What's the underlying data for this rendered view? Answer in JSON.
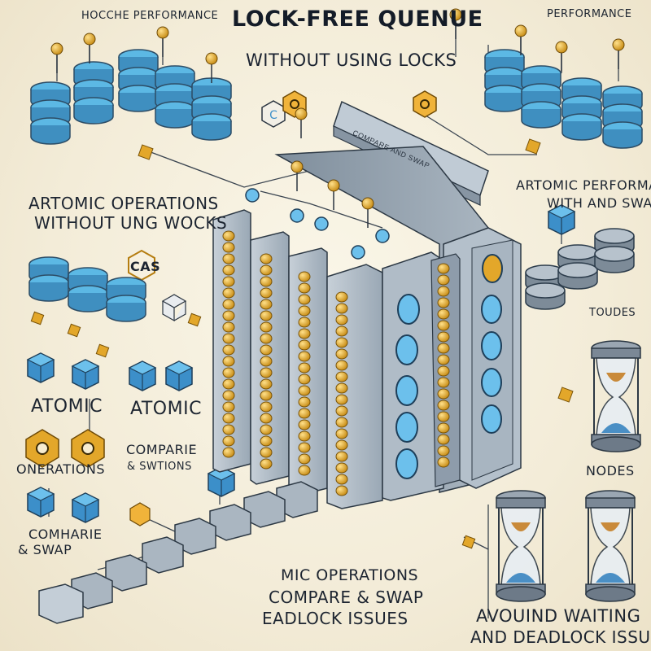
{
  "title": "LOCK-FREE QUENUE",
  "subtitle": "WITHOUT USING LOCKS",
  "labels": {
    "hocche_performance": "HOCCHE PERFORMANCE",
    "performance_top_right": "PERFORMANCE",
    "artomic_operations": "ARTOMIC OPERATIONS",
    "without_ung_wocks": "WITHOUT UNG WOCKS",
    "cas": "CAS",
    "artomic_performance": "ARTOMIC PERFORMANCE",
    "with_and_swap": "WITH AND SWAP",
    "toudes": "TOUDES",
    "atomic_left": "ATOMIC",
    "atomic_mid": "ATOMIC",
    "onerations": "ONERATIONS",
    "comparie": "COMPARIE",
    "and_swtions": "& SWTIONS",
    "nodes": "NODES",
    "comharie": "COMHARIE",
    "and_swap": "& SWAP",
    "mic_operations": "MIC OPERATIONS",
    "compare_swap": "COMPARE & SWAP",
    "eadlock_issues": "EADLOCK ISSUES",
    "avouind_waiting": "AVOUIND WAITING",
    "and_deadlock_issues": "AND DEADLOCK ISSUES",
    "banner_text": "COMPARE AND SWAP"
  },
  "colors": {
    "background": "#f4efdf",
    "disk_blue": "#4aa6d6",
    "disk_gray": "#8a96a2",
    "node_gold": "#e0a323",
    "cube_blue": "#3c8fc9",
    "text_dark": "#1c2430"
  },
  "icons": [
    "database-icon",
    "hourglass-icon",
    "cube-icon",
    "hexagon-icon",
    "pin-icon",
    "queue-block-icon"
  ]
}
